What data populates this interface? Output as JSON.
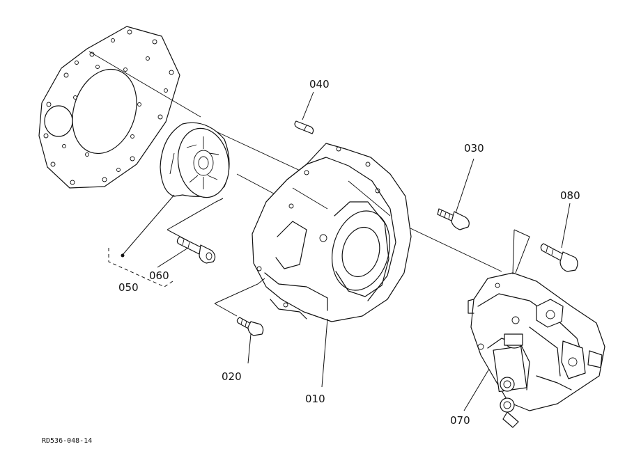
{
  "diagram": {
    "parts": [
      {
        "id": "p010",
        "label": "010"
      },
      {
        "id": "p020",
        "label": "020"
      },
      {
        "id": "p030",
        "label": "030"
      },
      {
        "id": "p040",
        "label": "040"
      },
      {
        "id": "p050",
        "label": "050"
      },
      {
        "id": "p060",
        "label": "060"
      },
      {
        "id": "p070",
        "label": "070"
      },
      {
        "id": "p080",
        "label": "080"
      }
    ],
    "reference_code": "RD536-048-14"
  }
}
